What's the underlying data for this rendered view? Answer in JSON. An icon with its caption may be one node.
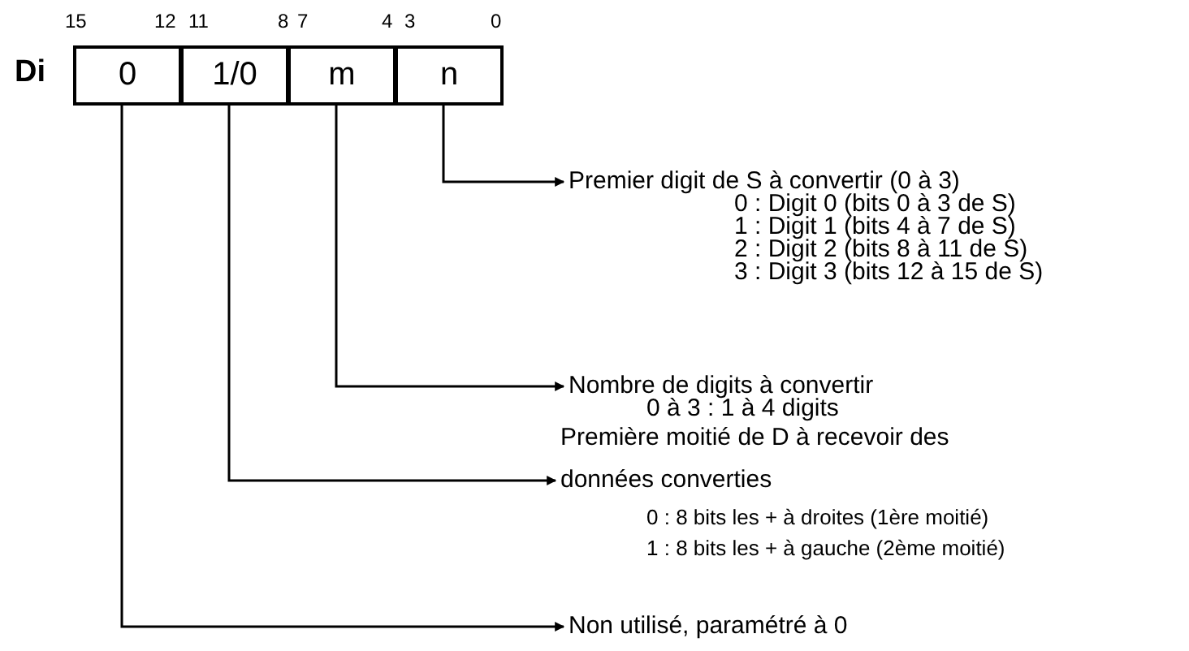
{
  "diagram": {
    "nodes": [
      {
        "text": [
          "0"
        ]
      },
      {
        "text": [
          "1/0"
        ]
      },
      {
        "text": [
          "m"
        ]
      },
      {
        "text": [
          "n"
        ]
      },
      {
        "text": [
          "Premier digit de S à convertir (0 à 3)",
          "0 : Digit 0 (bits 0 à 3 de S)",
          "1 : Digit 1 (bits 4 à 7 de S)",
          "2 : Digit 2 (bits 8 à 11 de S)",
          "3 : Digit 3 (bits 12 à 15 de S)"
        ]
      },
      {
        "text": [
          "Nombre de digits à convertir",
          "0 à 3 : 1 à 4 digits"
        ]
      },
      {
        "text": [
          "Première moitié de D à recevoir des données converties",
          "0 :  8 bits les + à droites (1ère moitié)",
          "1 :  8 bits les + à gauche (2ème moitié)"
        ]
      },
      {
        "text": [
          "Non utilisé, paramétré à 0"
        ]
      }
    ],
    "edges": [
      {
        "from": 3,
        "to": 4,
        "arrow": "to"
      },
      {
        "from": 2,
        "to": 5,
        "arrow": "to"
      },
      {
        "from": 1,
        "to": 6,
        "arrow": "to"
      },
      {
        "from": 0,
        "to": 7,
        "arrow": "to"
      }
    ],
    "labels": [
      "15",
      "12",
      "11",
      "8",
      "7",
      "4",
      "3",
      "0",
      "Di"
    ]
  }
}
